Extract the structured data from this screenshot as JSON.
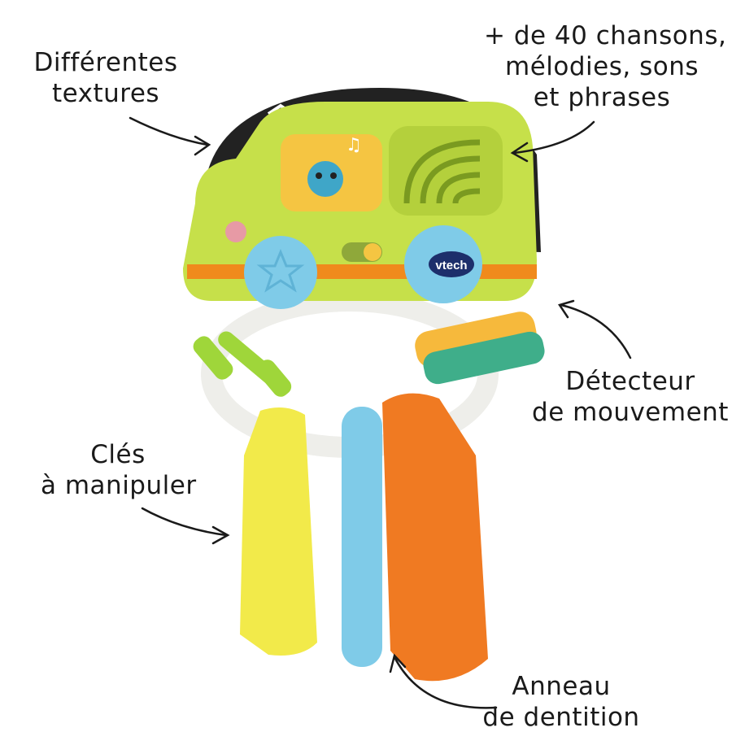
{
  "callouts": {
    "textures": {
      "line1": "Différentes",
      "line2": "textures"
    },
    "songs": {
      "line1": "+ de 40 chansons,",
      "line2": "mélodies, sons",
      "line3": "et phrases"
    },
    "motion": {
      "line1": "Détecteur",
      "line2": "de mouvement"
    },
    "keys": {
      "line1": "Clés",
      "line2": "à manipuler"
    },
    "teether": {
      "line1": "Anneau",
      "line2": "de dentition"
    }
  },
  "product": {
    "brand_logo": "vtech"
  },
  "colors": {
    "body": "#c6e04a",
    "wheel": "#7fcbe8",
    "orange": "#f08a1c",
    "yellow": "#f2ea4a",
    "teal": "#3fae8a"
  }
}
